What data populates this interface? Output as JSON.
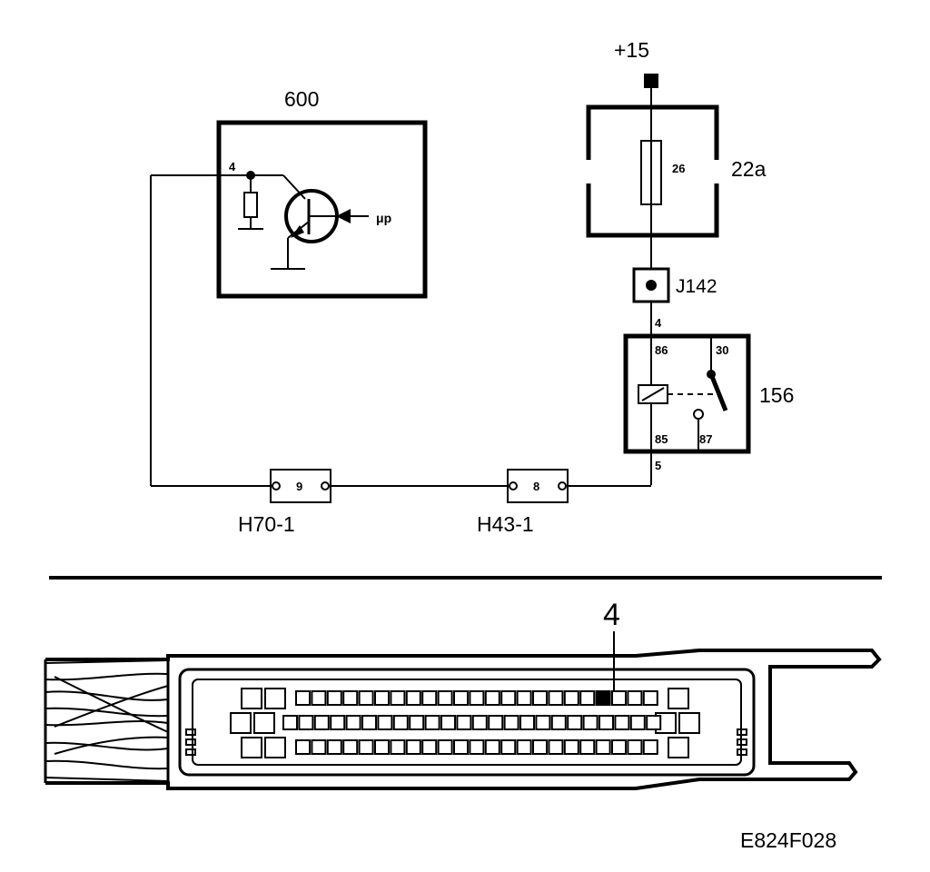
{
  "components": {
    "ecu": {
      "label": "600",
      "pin": "4",
      "mp_label": "μp"
    },
    "fuse_box": {
      "label": "22a",
      "fuse": "26"
    },
    "supply": {
      "label": "+15"
    },
    "connector_j": {
      "label": "J142"
    },
    "relay": {
      "label": "156",
      "pin86": "86",
      "pin85": "85",
      "pin30": "30",
      "pin87": "87"
    },
    "wire_pins": {
      "above_relay": "4",
      "below_relay": "5"
    },
    "connectors": [
      {
        "label": "H70-1",
        "pin": "9"
      },
      {
        "label": "H43-1",
        "pin": "8"
      }
    ]
  },
  "plug": {
    "callout_pin": "4"
  },
  "figure_id": "E824F028"
}
